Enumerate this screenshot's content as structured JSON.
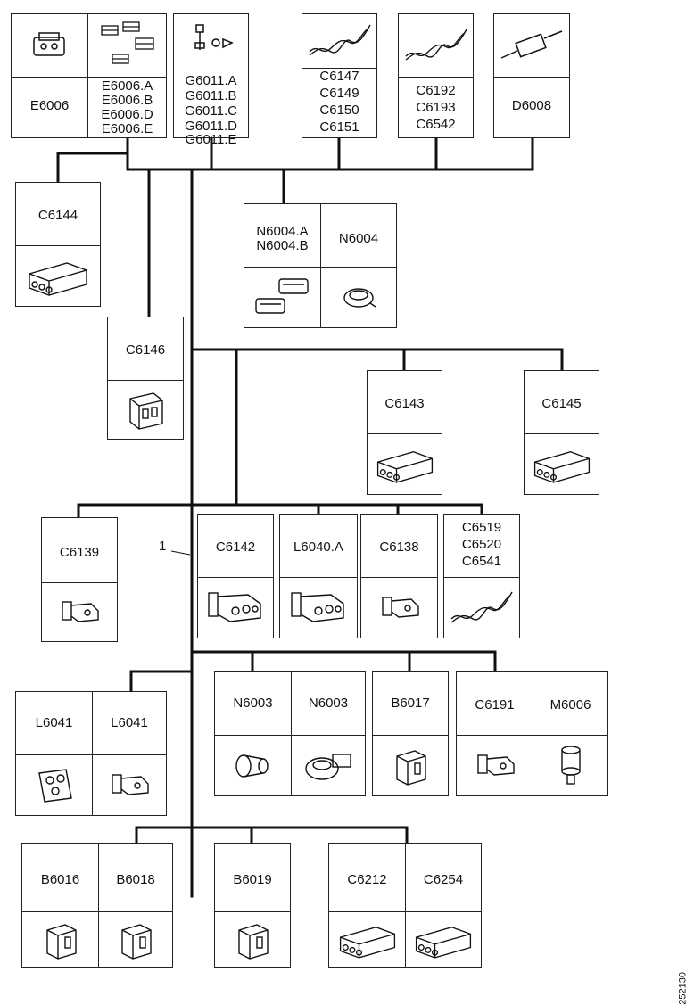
{
  "colors": {
    "line": "#111111",
    "fill": "#ffffff"
  },
  "boxes": {
    "e6006": {
      "cells": [
        {
          "labels": [
            "E6006"
          ],
          "icon": "connector-icon"
        },
        {
          "labels": [
            "E6006.A",
            "E6006.B",
            "E6006.D",
            "E6006.E"
          ],
          "icon": "connector-set-icon"
        }
      ]
    },
    "g6011": {
      "cells": [
        {
          "labels": [
            "G6011.A",
            "G6011.B",
            "G6011.C",
            "G6011.D",
            "G6011.E"
          ],
          "icon": "ground-terminal-icon"
        }
      ]
    },
    "c6147": {
      "cells": [
        {
          "labels": [
            "C6147",
            "C6149",
            "C6150",
            "C6151"
          ],
          "icon": "twisted-wire-icon"
        }
      ]
    },
    "c6192": {
      "cells": [
        {
          "labels": [
            "C6192",
            "C6193",
            "C6542"
          ],
          "icon": "twisted-wire-icon"
        }
      ]
    },
    "d6008": {
      "cells": [
        {
          "labels": [
            "D6008"
          ],
          "icon": "diode-icon"
        }
      ]
    },
    "c6144": {
      "cells": [
        {
          "labels": [
            "C6144"
          ],
          "icon": "multi-pin-connector-icon"
        }
      ]
    },
    "n6004": {
      "cells": [
        {
          "labels": [
            "N6004.A",
            "N6004.B"
          ],
          "icon": "connector-pair-icon"
        },
        {
          "labels": [
            "N6004"
          ],
          "icon": "round-connector-icon"
        }
      ]
    },
    "c6146": {
      "cells": [
        {
          "labels": [
            "C6146"
          ],
          "icon": "connector-icon"
        }
      ]
    },
    "c6143": {
      "cells": [
        {
          "labels": [
            "C6143"
          ],
          "icon": "multi-pin-connector-icon"
        }
      ]
    },
    "c6145": {
      "cells": [
        {
          "labels": [
            "C6145"
          ],
          "icon": "multi-pin-connector-icon"
        }
      ]
    },
    "c6139": {
      "cells": [
        {
          "labels": [
            "C6139"
          ],
          "icon": "small-connector-icon"
        }
      ]
    },
    "c6142": {
      "cells": [
        {
          "labels": [
            "C6142"
          ],
          "icon": "three-pin-connector-icon"
        }
      ]
    },
    "l6040": {
      "cells": [
        {
          "labels": [
            "L6040.A"
          ],
          "icon": "three-pin-connector-icon"
        }
      ]
    },
    "c6138": {
      "cells": [
        {
          "labels": [
            "C6138"
          ],
          "icon": "small-connector-icon"
        }
      ]
    },
    "c6519": {
      "cells": [
        {
          "labels": [
            "C6519",
            "C6520",
            "C6541"
          ],
          "icon": "twisted-wire-icon"
        }
      ]
    },
    "l6041": {
      "cells": [
        {
          "labels": [
            "L6041"
          ],
          "icon": "socket-plate-icon"
        },
        {
          "labels": [
            "L6041"
          ],
          "icon": "small-connector-icon"
        }
      ]
    },
    "n6003": {
      "cells": [
        {
          "labels": [
            "N6003"
          ],
          "icon": "cylinder-connector-icon"
        },
        {
          "labels": [
            "N6003"
          ],
          "icon": "round-connector-icon"
        }
      ]
    },
    "b6017": {
      "cells": [
        {
          "labels": [
            "B6017"
          ],
          "icon": "block-connector-icon"
        }
      ]
    },
    "c6191": {
      "cells": [
        {
          "labels": [
            "C6191"
          ],
          "icon": "small-connector-icon"
        },
        {
          "labels": [
            "M6006"
          ],
          "icon": "motor-icon"
        }
      ]
    },
    "b6016": {
      "cells": [
        {
          "labels": [
            "B6016"
          ],
          "icon": "block-connector-icon"
        },
        {
          "labels": [
            "B6018"
          ],
          "icon": "block-connector-icon"
        }
      ]
    },
    "b6019": {
      "cells": [
        {
          "labels": [
            "B6019"
          ],
          "icon": "block-connector-icon"
        }
      ]
    },
    "c6212": {
      "cells": [
        {
          "labels": [
            "C6212"
          ],
          "icon": "multi-pin-connector-icon"
        },
        {
          "labels": [
            "C6254"
          ],
          "icon": "multi-pin-connector-icon"
        }
      ]
    }
  },
  "annotation": "1",
  "reference": "252130"
}
